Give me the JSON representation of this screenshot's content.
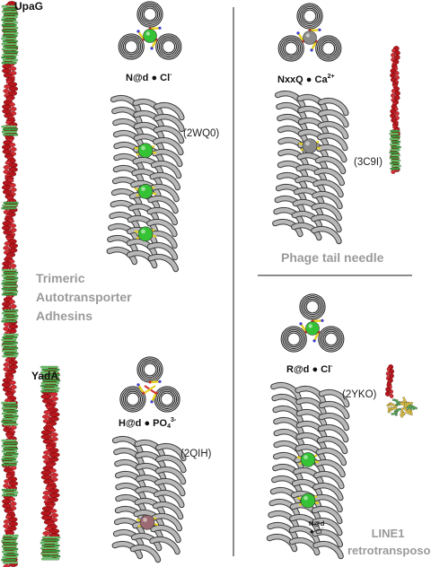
{
  "proteins": {
    "upag": {
      "label": "UpaG"
    },
    "yada": {
      "label": "YadA"
    }
  },
  "panels": {
    "trimeric": {
      "title_lines": [
        "Trimeric",
        "Autotransporter",
        "Adhesins"
      ],
      "top": {
        "motif": "N@d",
        "ion": "Cl",
        "ion_charge": "-",
        "pdb": "(2WQ0)"
      },
      "bottom": {
        "motif": "H@d",
        "ion": "PO",
        "ion_sub": "4",
        "ion_charge": "3-",
        "pdb": "(2QIH)"
      }
    },
    "phage": {
      "title": "Phage tail needle",
      "motif": "NxxQ",
      "ion": "Ca",
      "ion_charge": "2+",
      "pdb": "(3C9I)"
    },
    "line1": {
      "title_lines": [
        "LINE1",
        "retrotransposon"
      ],
      "motif": "R@d",
      "ion": "Cl",
      "ion_charge": "-",
      "pdb": "(2YKO)",
      "inset_motif": "N@d",
      "inset_ion": "Cl",
      "inset_ion_charge": "-"
    }
  },
  "colors": {
    "strand_red": "#b5161c",
    "strand_green": "#3c9a3c",
    "helix_grey": "#b8b8b8",
    "chloride_green": "#35c235",
    "calcium_grey": "#8a8a8a",
    "sidechain_yellow": "#e6d11c",
    "title_grey": "#9a9a9a",
    "divider_grey": "#8c8c8c"
  },
  "icons": [
    "helix-ribbon",
    "ion-sphere",
    "trimer-top-view"
  ]
}
